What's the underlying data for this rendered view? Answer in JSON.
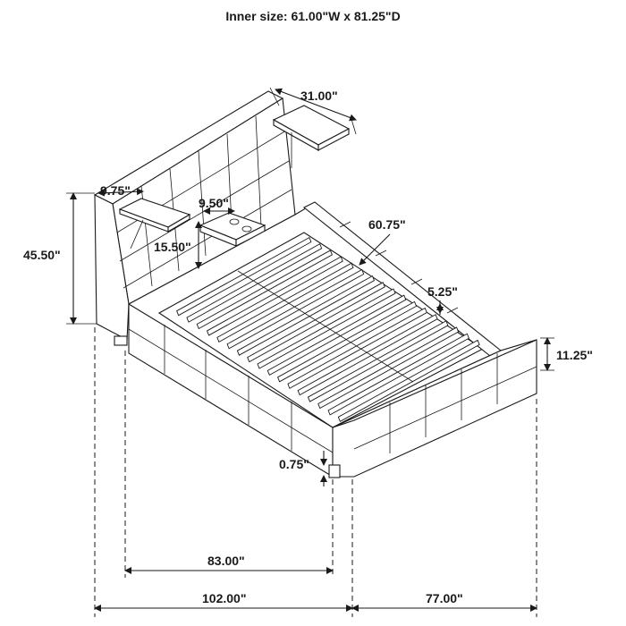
{
  "header": {
    "inner_size": "Inner size: 61.00\"W x 81.25\"D"
  },
  "dimensions": {
    "shelf_width": "31.00\"",
    "shelf_depth": "9.75\"",
    "nightstand_depth": "9.50\"",
    "headboard_height": "45.50\"",
    "shelf_height": "15.50\"",
    "slats_width": "60.75\"",
    "rail_inset": "5.25\"",
    "rail_height": "11.25\"",
    "floor_clearance": "0.75\"",
    "inner_length": "83.00\"",
    "overall_length": "102.00\"",
    "overall_width": "77.00\""
  }
}
